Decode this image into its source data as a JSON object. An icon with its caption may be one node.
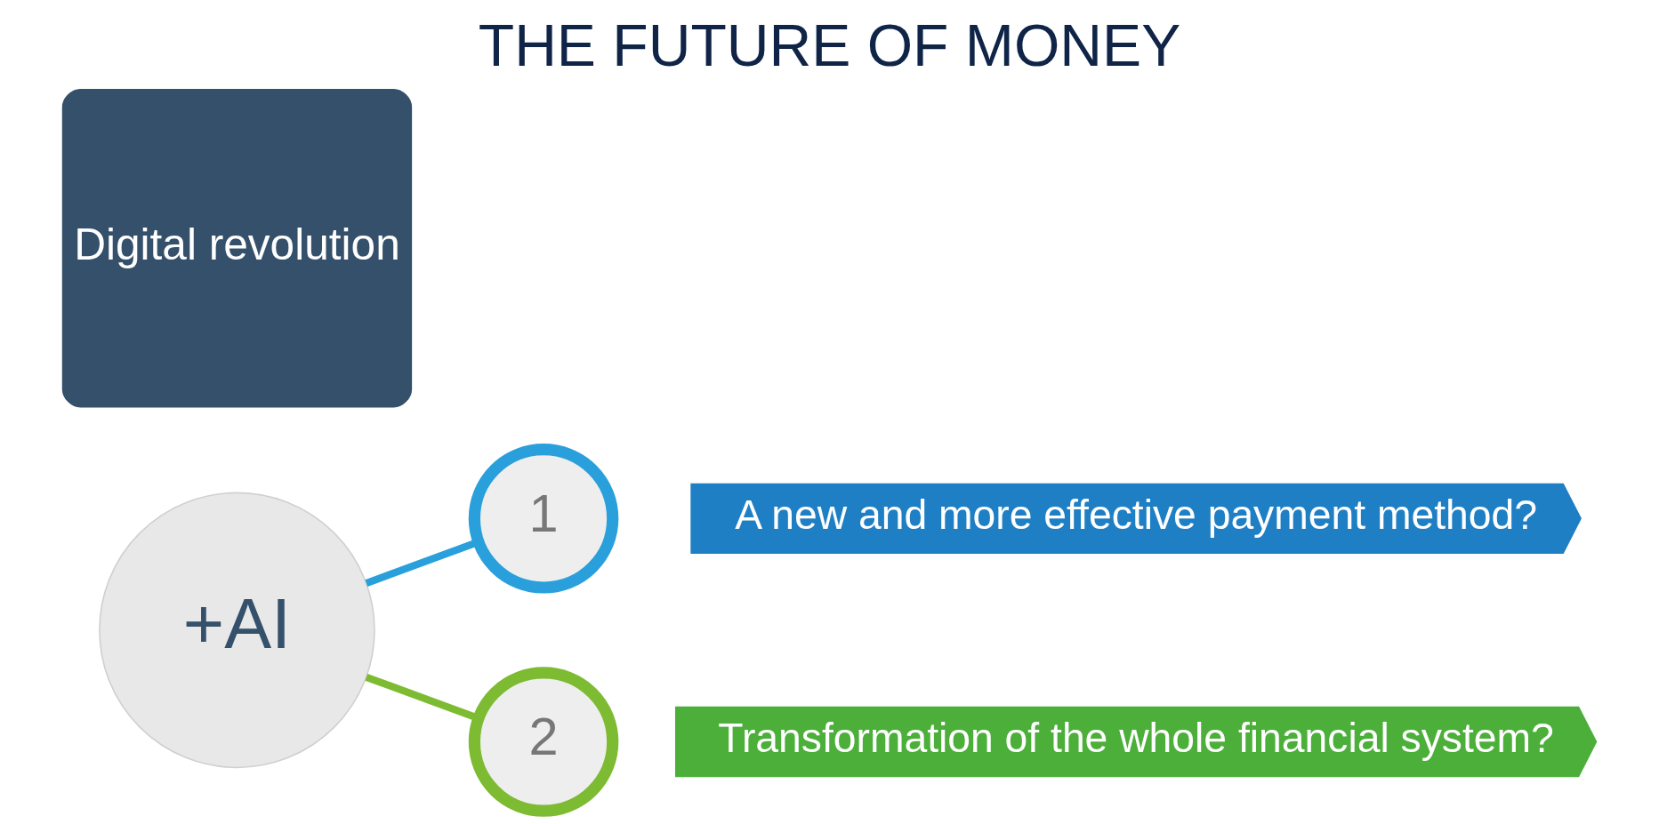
{
  "diagram": {
    "title": "THE FUTURE OF MONEY",
    "nodes": [
      {
        "text": [
          "Digital revolution"
        ]
      },
      {
        "text": [
          "+AI"
        ]
      },
      {
        "text": [
          "1"
        ]
      },
      {
        "text": [
          "A new and more effective payment method?"
        ]
      },
      {
        "text": [
          "2"
        ]
      },
      {
        "text": [
          "Transformation of the whole financial system?"
        ]
      }
    ],
    "edges": [
      {
        "from": 1,
        "to": 2,
        "arrow": "none",
        "color": "#29a0dc"
      },
      {
        "from": 1,
        "to": 4,
        "arrow": "none",
        "color": "#7dbb32"
      }
    ]
  }
}
